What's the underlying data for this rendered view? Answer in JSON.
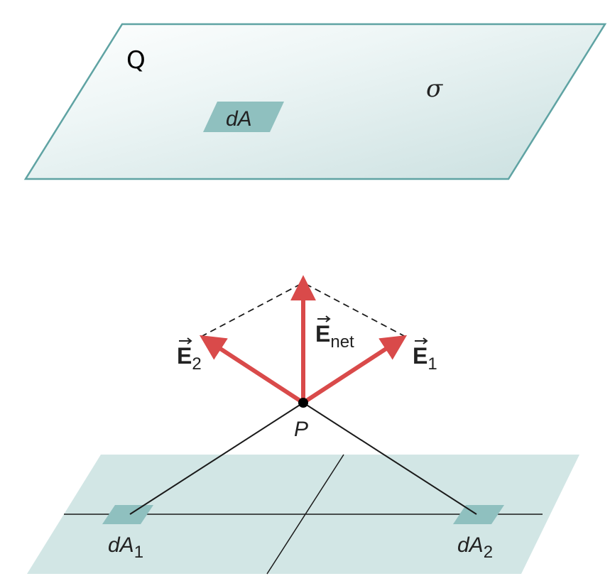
{
  "top_plane": {
    "charge_label": "Q",
    "density_label": "σ",
    "element_label": "dA"
  },
  "point": {
    "label": "P"
  },
  "vectors": {
    "e1": {
      "symbol": "E",
      "subscript": "1"
    },
    "e2": {
      "symbol": "E",
      "subscript": "2"
    },
    "enet": {
      "symbol": "E",
      "subscript": "net"
    }
  },
  "bottom_plane": {
    "element1": {
      "symbol": "dA",
      "subscript": "1"
    },
    "element2": {
      "symbol": "dA",
      "subscript": "2"
    }
  },
  "colors": {
    "plane_fill_light": "#eef6f6",
    "plane_fill_dark": "#cfe3e3",
    "plane_edge": "#5fa3a3",
    "bottom_plane_fill": "#d2e6e5",
    "element_fill": "#8fc0bf",
    "arrow": "#d94a4a",
    "line": "#1a1a1a"
  }
}
